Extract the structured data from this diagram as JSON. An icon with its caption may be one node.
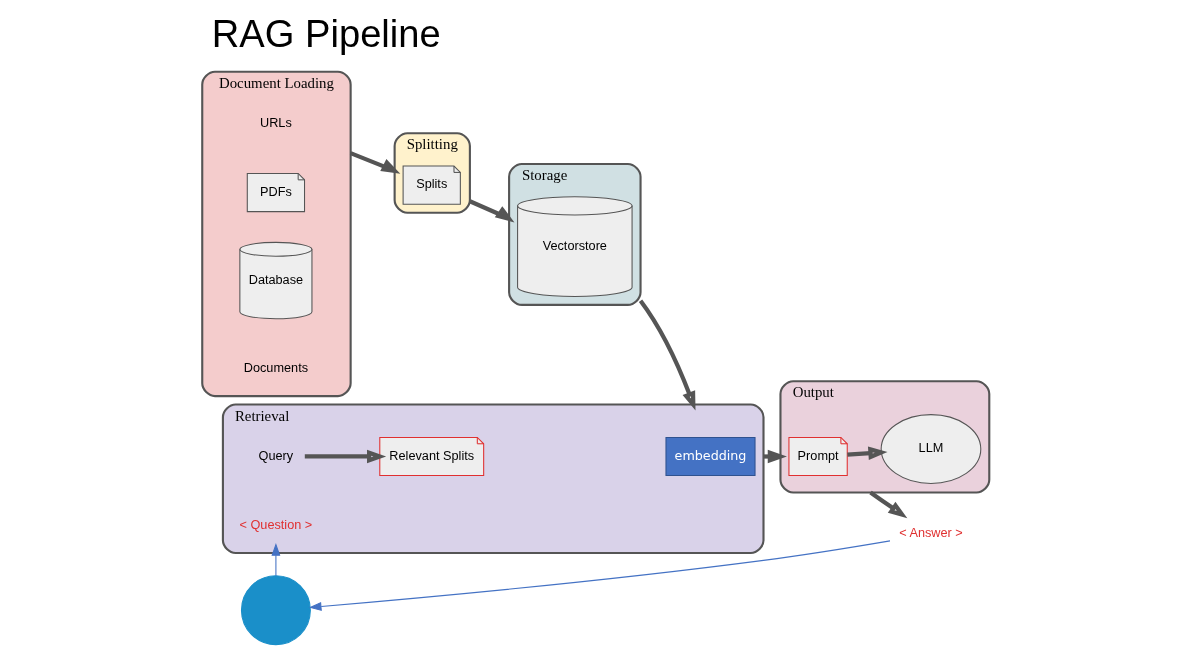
{
  "diagram": {
    "title": "RAG Pipeline",
    "nodes": [
      {
        "text": [
          "Document Loading"
        ]
      },
      {
        "text": [
          "URLs"
        ],
        "in": 0
      },
      {
        "text": [
          "PDFs"
        ],
        "in": 0
      },
      {
        "text": [
          "Database"
        ],
        "in": 0
      },
      {
        "text": [
          "Documents"
        ],
        "in": 0
      },
      {
        "text": [
          "Splitting"
        ]
      },
      {
        "text": [
          "Splits"
        ],
        "in": 5
      },
      {
        "text": [
          "Storage"
        ]
      },
      {
        "text": [
          "Vectorstore"
        ],
        "in": 7
      },
      {
        "text": [
          "Retrieval"
        ]
      },
      {
        "text": [
          "embedding"
        ],
        "in": 9
      },
      {
        "text": [
          "Relevant Splits"
        ],
        "in": 9
      },
      {
        "text": [
          "Query"
        ],
        "in": 9
      },
      {
        "text": [
          "< Question >"
        ],
        "in": 9
      },
      {
        "text": [
          "Output"
        ]
      },
      {
        "text": [
          "Prompt"
        ],
        "in": 14
      },
      {
        "text": [
          "LLM"
        ],
        "in": 14
      },
      {
        "text": [
          "< Answer >"
        ]
      },
      {
        "text": [],
        "shape": "person"
      }
    ],
    "edges": [
      {
        "from": 0,
        "to": 5,
        "arrow": "to"
      },
      {
        "from": 5,
        "to": 7,
        "arrow": "to"
      },
      {
        "from": 7,
        "to": 9,
        "arrow": "to"
      },
      {
        "from": 12,
        "to": 11,
        "arrow": "to"
      },
      {
        "from": 9,
        "to": 14,
        "arrow": "to"
      },
      {
        "from": 15,
        "to": 16,
        "arrow": "to"
      },
      {
        "from": 14,
        "to": 17,
        "arrow": "to"
      },
      {
        "from": 17,
        "to": 18,
        "arrow": "to",
        "color": "#4472c4"
      },
      {
        "from": 18,
        "to": 13,
        "arrow": "to",
        "color": "#4472c4"
      }
    ]
  }
}
